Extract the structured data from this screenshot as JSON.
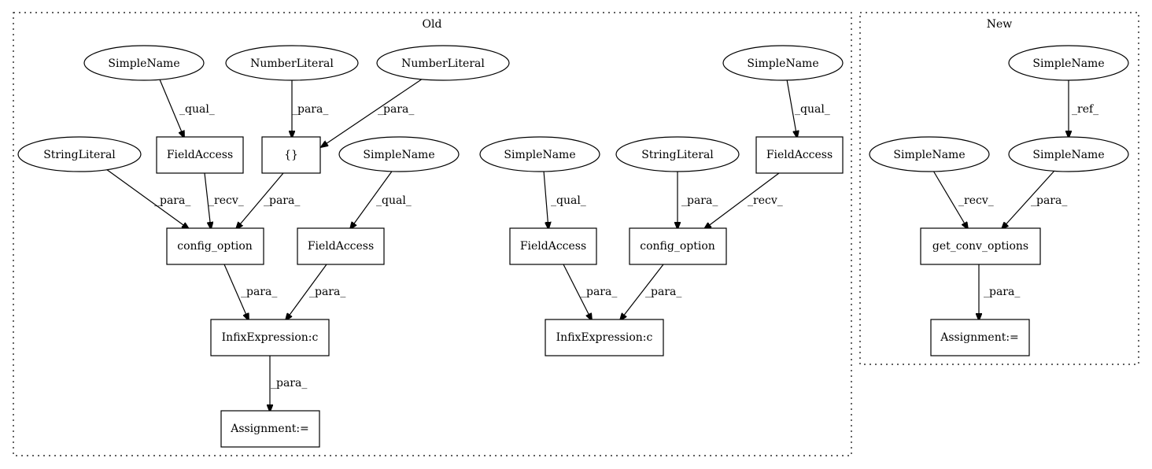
{
  "clusters": {
    "old": {
      "label": "Old"
    },
    "new": {
      "label": "New"
    }
  },
  "nodes": {
    "o_sn1": "SimpleName",
    "o_nl1": "NumberLiteral",
    "o_nl2": "NumberLiteral",
    "o_sl1": "StringLiteral",
    "o_fa1": "FieldAccess",
    "o_br": "{}",
    "o_sn2": "SimpleName",
    "o_co1": "config_option",
    "o_fa2": "FieldAccess",
    "o_ie1": "InfixExpression:c",
    "o_as1": "Assignment:=",
    "o_sn3": "SimpleName",
    "o_sn4": "SimpleName",
    "o_sl2": "StringLiteral",
    "o_fa3": "FieldAccess",
    "o_fa4": "FieldAccess",
    "o_co2": "config_option",
    "o_ie2": "InfixExpression:c",
    "n_sn1": "SimpleName",
    "n_sn2": "SimpleName",
    "n_sn3": "SimpleName",
    "n_gc": "get_conv_options",
    "n_as": "Assignment:="
  },
  "edges": {
    "e1": "_qual_",
    "e2": "_para_",
    "e3": "_para_",
    "e4": "_para_",
    "e5": "_recv_",
    "e6": "_para_",
    "e7": "_qual_",
    "e8": "_para_",
    "e9": "_para_",
    "e10": "_para_",
    "e11": "_qual_",
    "e12": "_qual_",
    "e13": "_para_",
    "e14": "_recv_",
    "e15": "_para_",
    "e16": "_para_",
    "e17": "_ref_",
    "e18": "_recv_",
    "e19": "_para_",
    "e20": "_para_"
  }
}
